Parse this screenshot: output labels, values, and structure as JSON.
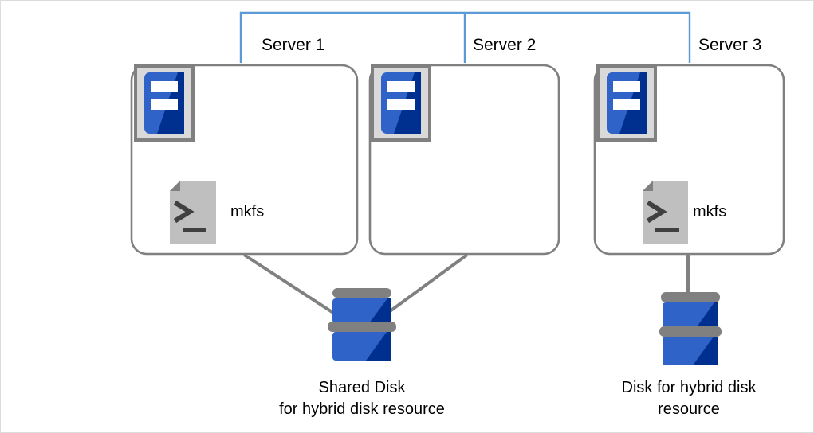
{
  "diagram": {
    "title_present": false,
    "colors": {
      "frame_border": "#dcdcdc",
      "bracket_blue": "#5b9bd5",
      "box_gray": "#808080",
      "icon_blue_light": "#2f63c8",
      "icon_blue_dark": "#00308f",
      "icon_gray_frame": "#808080",
      "icon_gray_fill": "#d9d9d9",
      "doc_gray": "#bfbfbf",
      "doc_fold": "#808080",
      "disk_bar_gray": "#808080",
      "text": "#000000"
    },
    "servers": [
      {
        "id": "server-1",
        "label": "Server 1",
        "has_mkfs": true,
        "mkfs_label": "mkfs"
      },
      {
        "id": "server-2",
        "label": "Server 2",
        "has_mkfs": false,
        "mkfs_label": ""
      },
      {
        "id": "server-3",
        "label": "Server 3",
        "has_mkfs": true,
        "mkfs_label": "mkfs"
      }
    ],
    "disks": [
      {
        "id": "shared-disk",
        "caption_line1": "Shared Disk",
        "caption_line2": "for hybrid disk resource",
        "connected_servers": [
          "Server 1",
          "Server 2"
        ]
      },
      {
        "id": "hybrid-disk",
        "caption_line1": "Disk for hybrid disk",
        "caption_line2": "resource",
        "connected_servers": [
          "Server 3"
        ]
      }
    ],
    "bracket": {
      "name": "server-group-bracket",
      "spans_servers": [
        "Server 1",
        "Server 2",
        "Server 3"
      ]
    },
    "icon_names": {
      "server": "server-icon",
      "mkfs": "terminal-document-icon",
      "disk": "disk-stack-icon"
    }
  }
}
